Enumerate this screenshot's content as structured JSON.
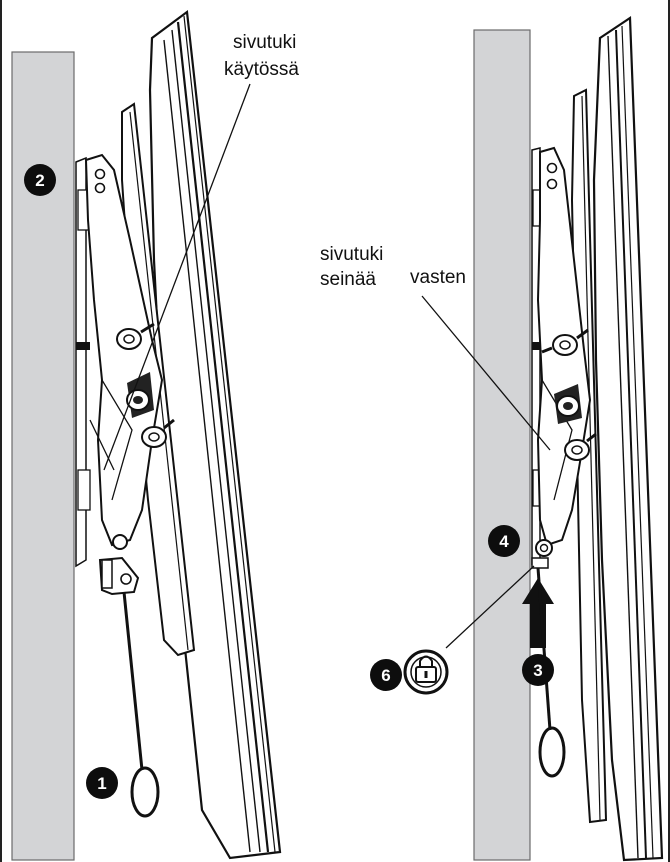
{
  "labels": {
    "side_support_in_use_line1": "sivutuki",
    "side_support_in_use_line2": "käytössä",
    "side_support_wall_line1": "sivutuki",
    "side_support_wall_line2": "seinää",
    "side_support_wall_line2b": "vasten"
  },
  "callouts": {
    "one": "1",
    "two": "2",
    "three": "3",
    "four": "4",
    "six": "6"
  },
  "colors": {
    "wall": "#d3d4d6",
    "wall_edge": "#6b6b6b",
    "ink": "#111111",
    "callout_fill": "#0d0d0d"
  },
  "icons": {
    "lock": "lock-icon",
    "arrow": "arrow-up-icon"
  }
}
